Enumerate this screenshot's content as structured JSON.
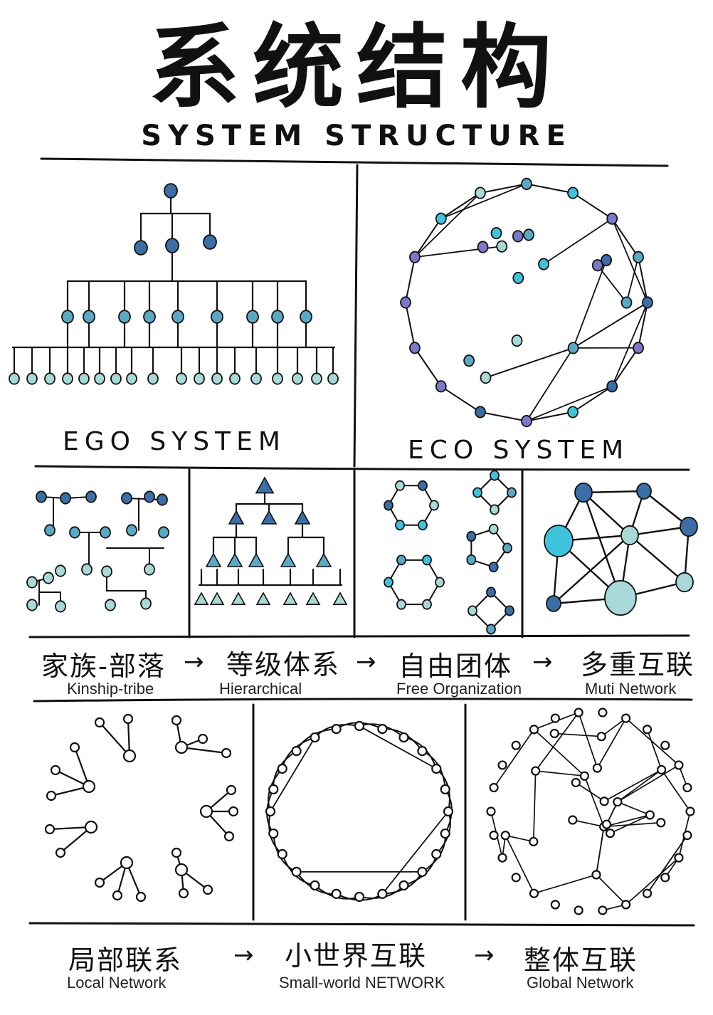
{
  "title": {
    "chinese": "系统结构",
    "english": "SYSTEM STRUCTURE"
  },
  "top_panels": [
    {
      "label": "EGO SYSTEM",
      "icon": "hierarchy-tree-icon"
    },
    {
      "label": "ECO SYSTEM",
      "icon": "circular-network-icon"
    }
  ],
  "middle_row": {
    "stages": [
      {
        "chinese": "家族-部落",
        "english": "Kinship-tribe"
      },
      {
        "chinese": "等级体系",
        "english": "Hierarchical"
      },
      {
        "chinese": "自由团体",
        "english": "Free Organization"
      },
      {
        "chinese": "多重互联",
        "english": "Muti Network"
      }
    ],
    "arrow": "→"
  },
  "bottom_row": {
    "stages": [
      {
        "chinese": "局部联系",
        "english": "Local Network"
      },
      {
        "chinese": "小世界互联",
        "english": "Small-world NETWORK"
      },
      {
        "chinese": "整体互联",
        "english": "Global Network"
      }
    ],
    "arrow": "→"
  },
  "colors": {
    "ink": "#111111",
    "node_dark": "#3b6ea5",
    "node_mid": "#5aa9c4",
    "node_light": "#a8d8d8",
    "node_cyan": "#3fc3dc",
    "node_purple": "#7a78c8"
  }
}
